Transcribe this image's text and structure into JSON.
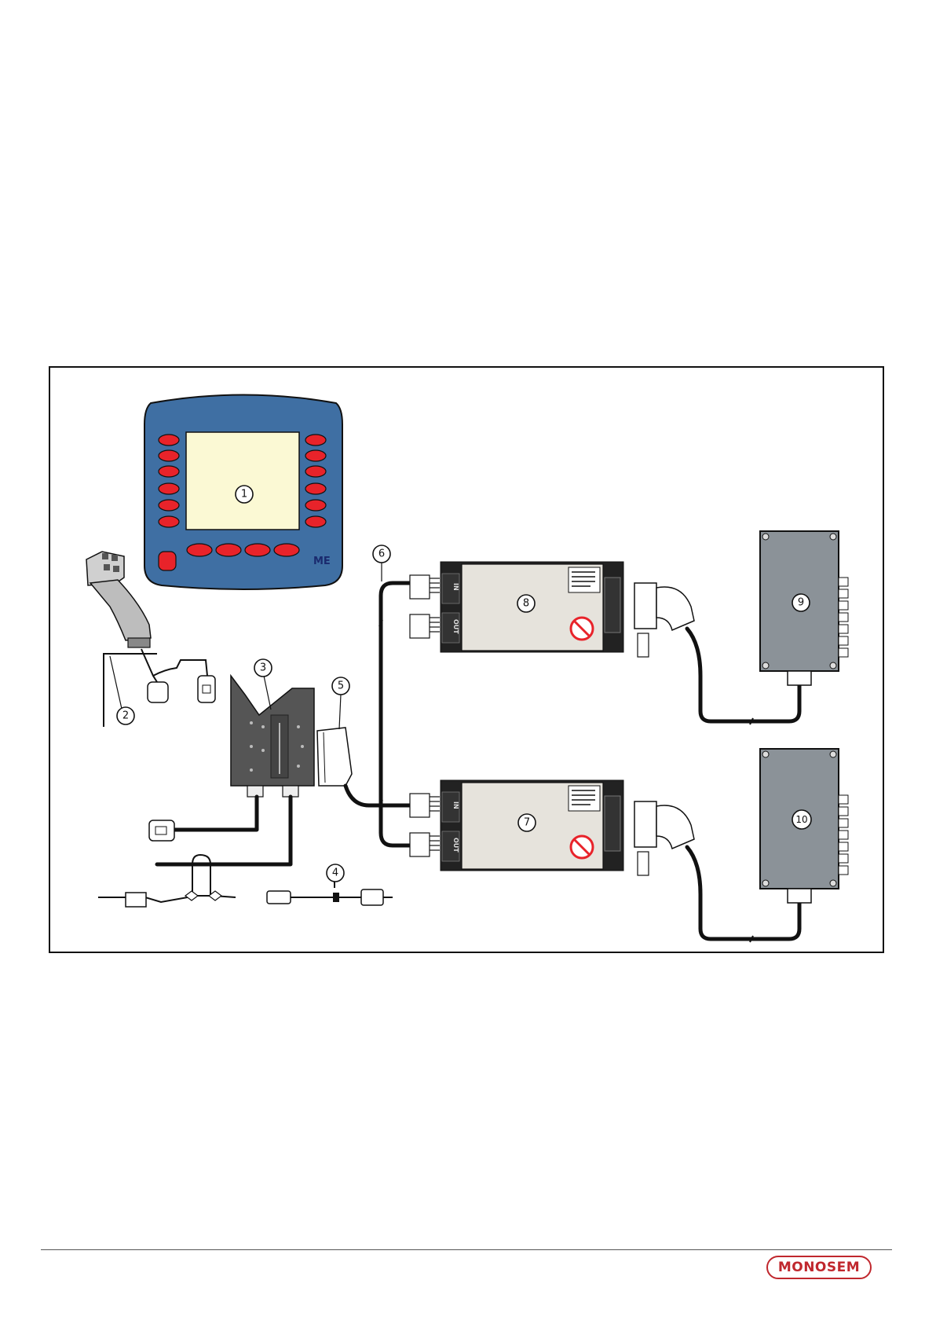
{
  "diagram": {
    "callouts": [
      "1",
      "2",
      "3",
      "4",
      "5",
      "6",
      "7",
      "8",
      "9",
      "10"
    ],
    "port_in": "IN",
    "port_out": "OUT",
    "terminal_badge": "ME"
  },
  "footer": {
    "logo_text": "MONOSEM"
  },
  "colors": {
    "terminal_body": "#3f6fa3",
    "terminal_buttons": "#e8232a",
    "screen": "#fbf9d4",
    "ecu_body": "#e6e3dc",
    "junction_box": "#8b9298",
    "bracket": "#555555",
    "logo": "#c0272d"
  }
}
